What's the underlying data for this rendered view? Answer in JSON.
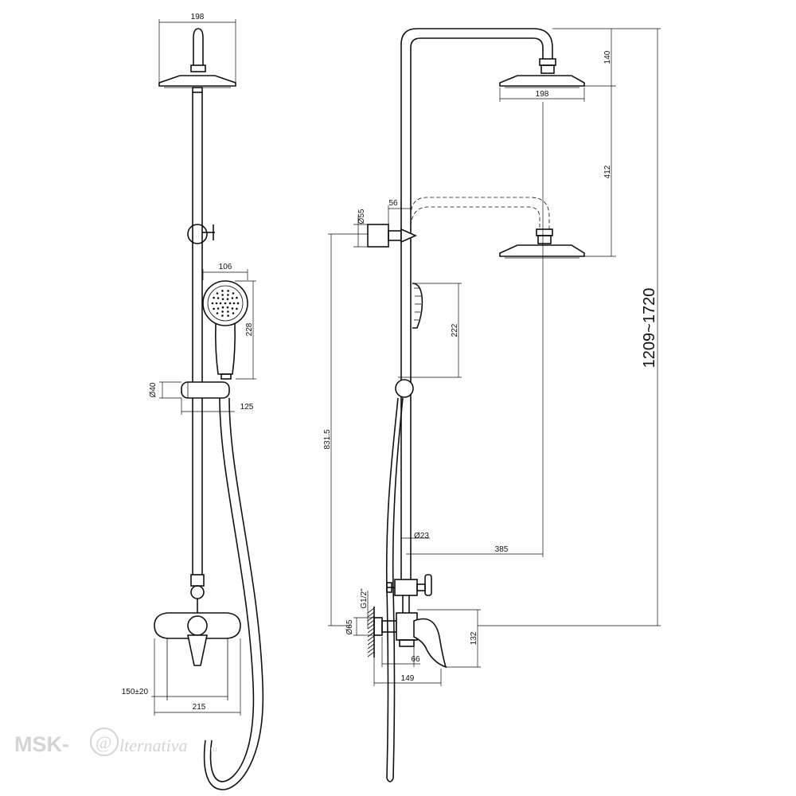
{
  "front_view": {
    "dims": {
      "head_width": "198",
      "hand_width": "106",
      "hand_height": "228",
      "slider_dia": "Ø40",
      "slider_offset": "125",
      "centers": "150±20",
      "mixer_width": "215"
    }
  },
  "side_view": {
    "dims": {
      "head_height": "140",
      "head_width": "198",
      "head_adjust": "412",
      "total_height": "1209~1720",
      "bracket_dia": "Ø55",
      "bracket_offset": "56",
      "hand_length": "222",
      "bracket_height": "831.5",
      "pipe_dia": "Ø23",
      "head_reach": "385",
      "thread": "G1/2\"",
      "flange_dia": "Ø65",
      "mixer_depth": "66",
      "spout_reach": "149",
      "mixer_height": "132"
    }
  },
  "watermark": {
    "prefix": "MSK-",
    "at": "@",
    "name": "lternativa",
    "suffix": ".ru"
  }
}
